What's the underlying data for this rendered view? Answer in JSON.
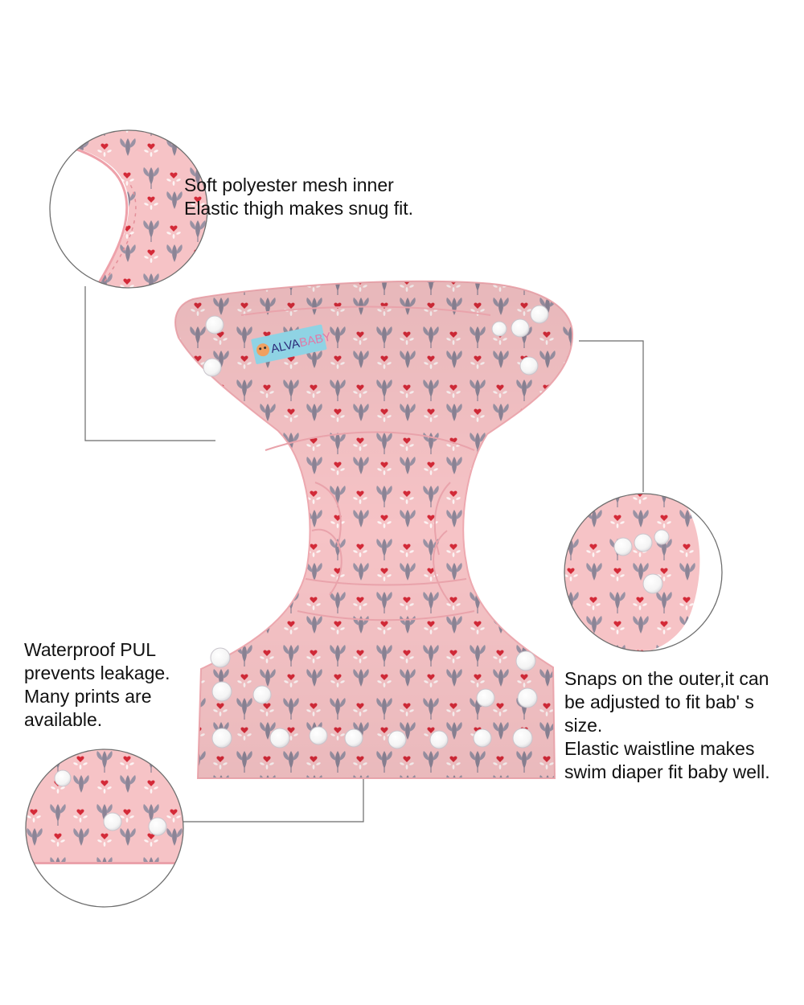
{
  "brand": {
    "name": "ALVA BABY",
    "tag_prefix": "ALVA",
    "tag_suffix": "BABY"
  },
  "callouts": {
    "inner": {
      "lines": [
        "Soft polyester mesh inner",
        "Elastic thigh makes snug fit."
      ]
    },
    "pul": {
      "lines": [
        "Waterproof PUL",
        "prevents leakage.",
        "Many prints are",
        "available."
      ]
    },
    "snaps": {
      "lines": [
        "Snaps on the outer,it can",
        "be adjusted to fit bab' s",
        "size.",
        "Elastic waistline makes",
        "swim diaper fit baby well."
      ]
    }
  },
  "colors": {
    "fabric_pink": "#f6c3c6",
    "fabric_shade": "#eeb0b5",
    "leaf_gray": "#8c8496",
    "heart_red": "#d42a38",
    "snap_white": "#fbfbfb",
    "line_gray": "#6a6a6a",
    "tag_blue": "#8fd3e4"
  }
}
